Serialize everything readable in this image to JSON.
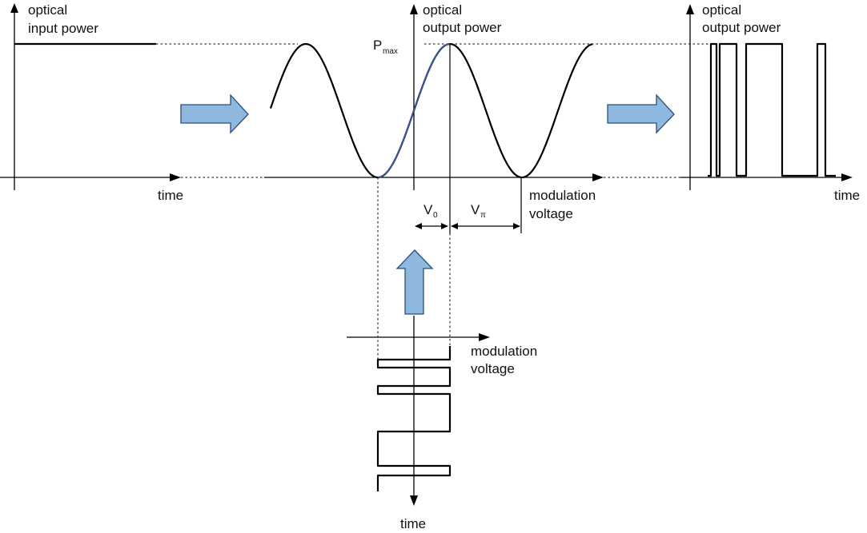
{
  "labels": {
    "input_power": [
      "optical",
      "input power"
    ],
    "output_power_center": [
      "optical",
      "output power"
    ],
    "output_power_right": [
      "optical",
      "output power"
    ],
    "time_left": "time",
    "time_right": "time",
    "time_bottom": "time",
    "modulation_voltage_center": [
      "modulation",
      "voltage"
    ],
    "modulation_voltage_bottom": [
      "modulation",
      "voltage"
    ],
    "p_max": {
      "main": "P",
      "sub": "max"
    },
    "v0": {
      "main": "V",
      "sub": "0"
    },
    "v_pi": {
      "main": "V",
      "sub": "π"
    }
  },
  "colors": {
    "flow_arrow_fill": "#8fb8df",
    "flow_arrow_stroke": "#2b4f7a",
    "operating_segment": "#3a5aa8"
  }
}
